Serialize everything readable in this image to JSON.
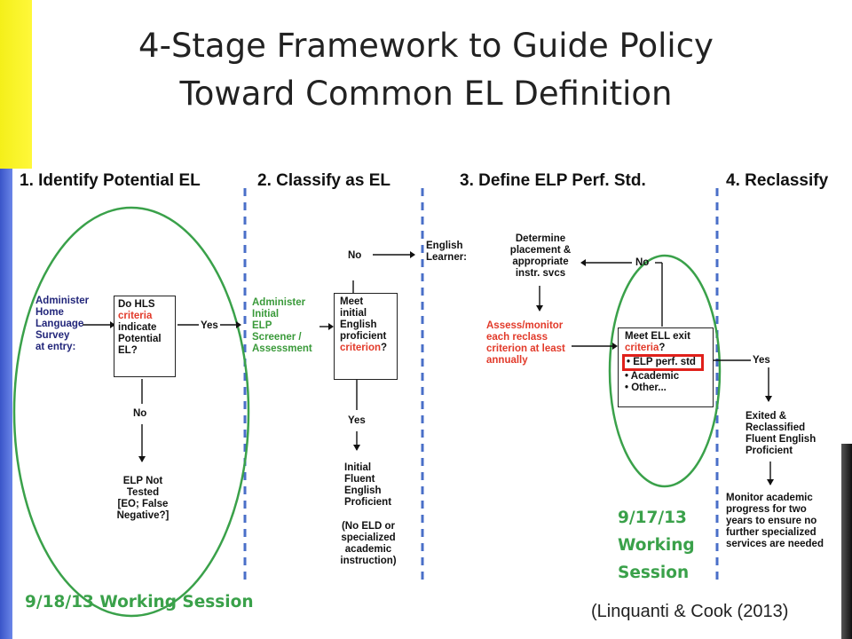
{
  "slide": {
    "title_line1": "4-Stage Framework to Guide Policy",
    "title_line2": "Toward Common EL Definition"
  },
  "stages": [
    {
      "label": "1. Identify Potential EL"
    },
    {
      "label": "2. Classify as EL"
    },
    {
      "label": "3. Define ELP Perf. Std."
    },
    {
      "label": "4. Reclassify"
    }
  ],
  "stage1": {
    "administer": [
      "Administer",
      "Home",
      "Language",
      "Survey",
      "at entry:"
    ],
    "decision": {
      "l1": "Do HLS",
      "l2": "criteria",
      "l3": "indicate",
      "l4": "Potential",
      "l5": "EL?"
    },
    "yes": "Yes",
    "no": "No",
    "not_tested": [
      "ELP Not",
      "Tested",
      "[EO; False",
      "Negative?]"
    ],
    "session": "9/18/13 Working Session"
  },
  "stage2": {
    "administer": [
      "Administer",
      "Initial",
      "ELP",
      "Screener /",
      "Assessment"
    ],
    "decision": {
      "l1": "Meet",
      "l2": "initial",
      "l3": "English",
      "l4": "proficient",
      "l5": "criterion",
      "l5b": "?"
    },
    "no": "No",
    "yes": "Yes",
    "outcome": [
      "Initial",
      "Fluent",
      "English",
      "Proficient"
    ],
    "note": [
      "(No ELD or",
      "specialized",
      "academic",
      "instruction)"
    ],
    "english_learner": [
      "English",
      "Learner:"
    ]
  },
  "stage3": {
    "determine": [
      "Determine",
      "placement &",
      "appropriate",
      "instr. svcs"
    ],
    "assess": [
      "Assess/monitor",
      "each reclass",
      "criterion at least",
      "annually"
    ],
    "no": "No",
    "exit": {
      "title": "Meet ELL exit",
      "criteria": "criteria",
      "q": "?",
      "items": [
        "ELP perf. std",
        "Academic",
        "Other..."
      ]
    },
    "session": [
      "9/17/13",
      "Working",
      "Session"
    ]
  },
  "stage4": {
    "yes": "Yes",
    "exited": [
      "Exited &",
      "Reclassified",
      "Fluent English",
      "Proficient"
    ],
    "monitor": [
      "Monitor academic",
      "progress for two",
      "years to ensure no",
      "further specialized",
      "services are needed"
    ]
  },
  "citation": "(Linquanti & Cook (2013)",
  "colors": {
    "green": "#3aa14a",
    "red": "#e23a2a",
    "navy": "#22267a",
    "divider": "#4a6fc8"
  }
}
